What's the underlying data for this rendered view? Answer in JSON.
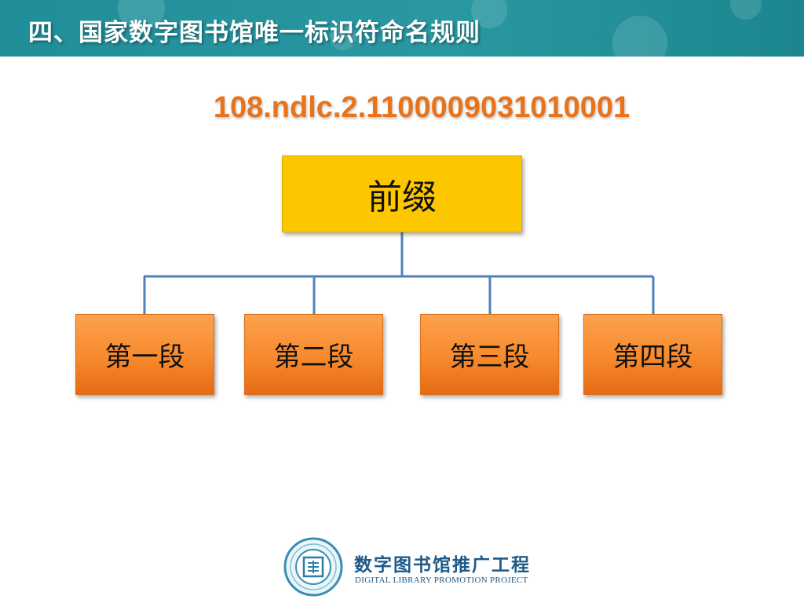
{
  "header": {
    "title": "四、国家数字图书馆唯一标识符命名规则"
  },
  "identifier": "108.ndlc.2.1100009031010001",
  "diagram": {
    "root": "前缀",
    "children": [
      "第一段",
      "第二段",
      "第三段",
      "第四段"
    ]
  },
  "footer": {
    "name_cn": "数字图书馆推广工程",
    "name_en": "DIGITAL LIBRARY PROMOTION PROJECT",
    "logo_icon": "library-seal-icon"
  },
  "colors": {
    "header": "#2a98a2",
    "identifier": "#e8731b",
    "root_fill": "#fdc700",
    "child_fill": "#f7892c",
    "connector": "#4f81bd",
    "footer_text": "#1f5a88"
  }
}
